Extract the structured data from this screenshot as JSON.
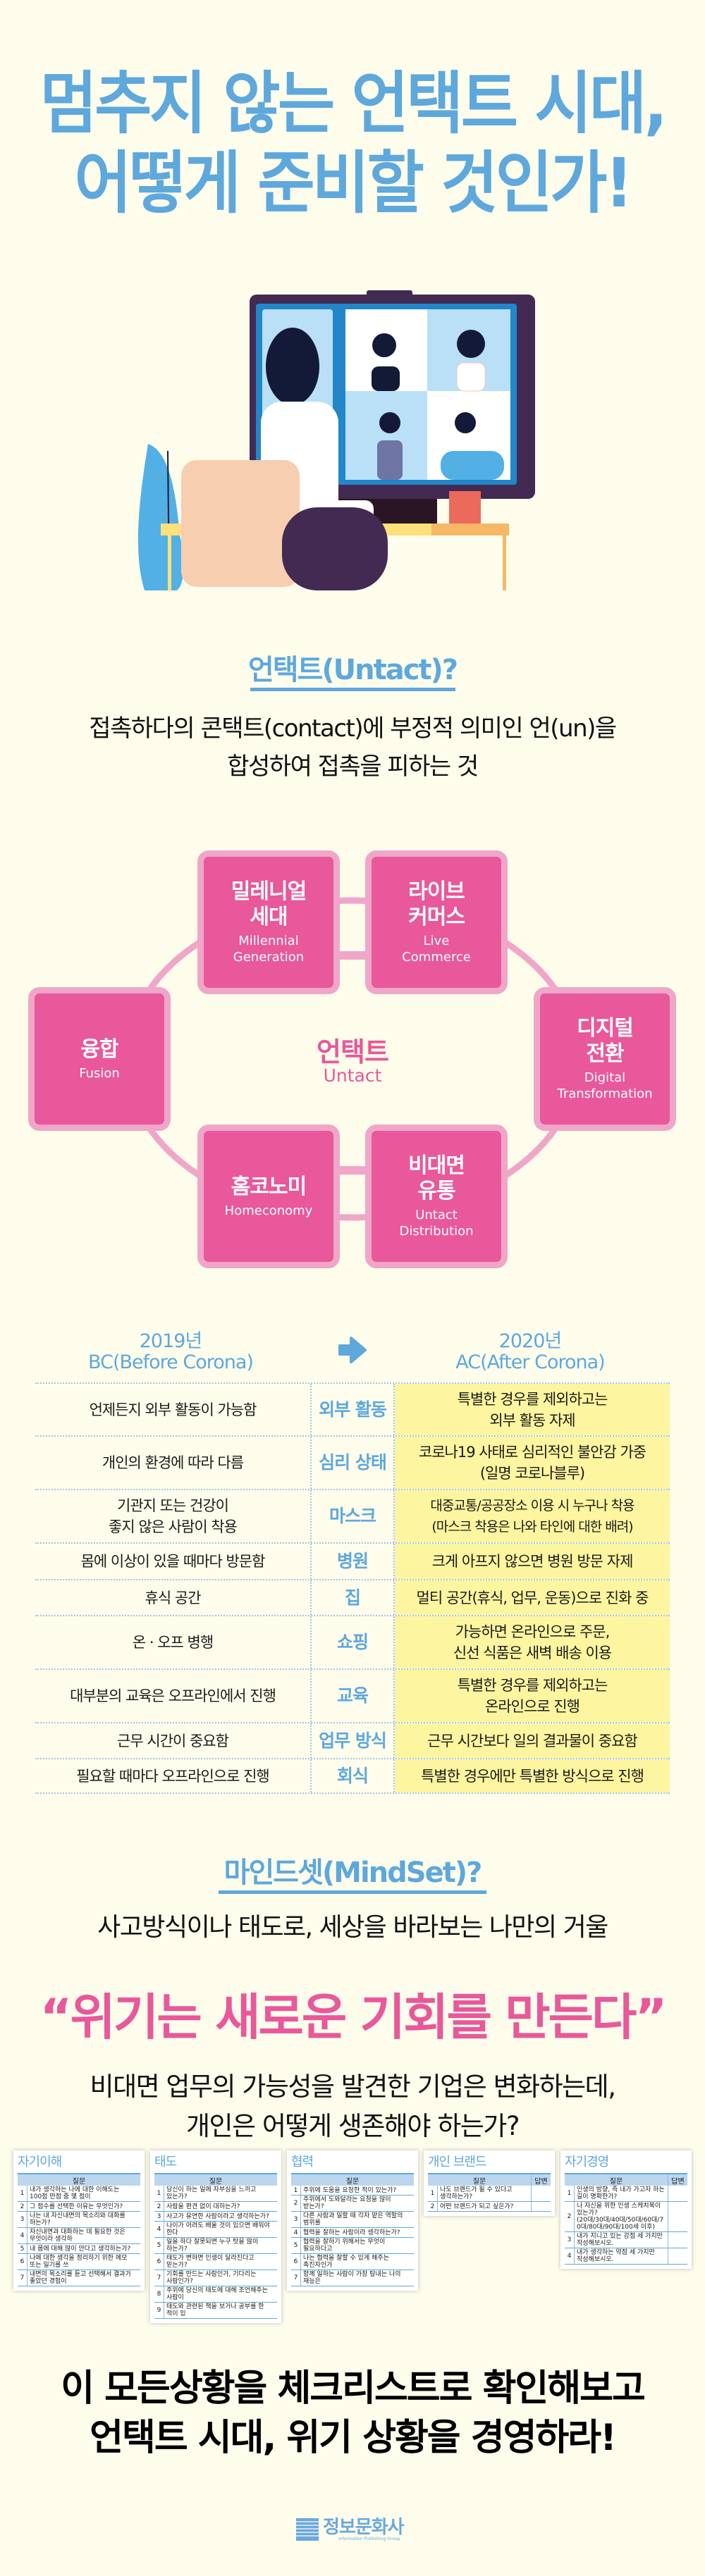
{
  "title": {
    "line1": "멈추지 않는 언택트 시대,",
    "line2": "어떻게 준비할 것인가!"
  },
  "colors": {
    "blue": "#5ea8dc",
    "pink": "#e8589a",
    "pink_light": "#f0a6c8",
    "yellow": "#fdf59f",
    "background": "#fefdec"
  },
  "untact": {
    "heading": "언택트(Untact)?",
    "desc_line1": "접촉하다의 콘택트(contact)에 부정적 의미인 언(un)을",
    "desc_line2": "합성하여 접촉을 피하는 것"
  },
  "diagram": {
    "center_ko": "언택트",
    "center_en": "Untact",
    "nodes": [
      {
        "ko": "밀레니얼\n세대",
        "en": "Millennial\nGeneration"
      },
      {
        "ko": "라이브\n커머스",
        "en": "Live\nCommerce"
      },
      {
        "ko": "디지털\n전환",
        "en": "Digital\nTransformation"
      },
      {
        "ko": "비대면\n유통",
        "en": "Untact\nDistribution"
      },
      {
        "ko": "홈코노미",
        "en": "Homeconomy"
      },
      {
        "ko": "융합",
        "en": "Fusion"
      }
    ]
  },
  "comparison": {
    "before_year": "2019년",
    "before_label": "BC(Before Corona)",
    "after_year": "2020년",
    "after_label": "AC(After Corona)",
    "rows": [
      {
        "category": "외부 활동",
        "before": "언제든지 외부 활동이 가능함",
        "after": "특별한 경우를 제외하고는\n외부 활동 자제"
      },
      {
        "category": "심리 상태",
        "before": "개인의 환경에 따라 다름",
        "after": "코로나19 사태로 심리적인 불안감 가중\n(일명 코로나블루)"
      },
      {
        "category": "마스크",
        "before": "기관지 또는 건강이\n좋지 않은 사람이 착용",
        "after": "대중교통/공공장소 이용 시 누구나 착용\n(마스크 착용은 나와 타인에 대한 배려)"
      },
      {
        "category": "병원",
        "before": "몸에 이상이 있을 때마다 방문함",
        "after": "크게 아프지 않으면 병원 방문 자제"
      },
      {
        "category": "집",
        "before": "휴식 공간",
        "after": "멀티 공간(휴식, 업무, 운동)으로 진화 중"
      },
      {
        "category": "쇼핑",
        "before": "온 · 오프 병행",
        "after": "가능하면 온라인으로 주문,\n신선 식품은 새벽 배송 이용"
      },
      {
        "category": "교육",
        "before": "대부분의 교육은 오프라인에서 진행",
        "after": "특별한 경우를 제외하고는\n온라인으로 진행"
      },
      {
        "category": "업무 방식",
        "before": "근무 시간이 중요함",
        "after": "근무 시간보다 일의 결과물이 중요함"
      },
      {
        "category": "회식",
        "before": "필요할 때마다 오프라인으로 진행",
        "after": "특별한 경우에만 특별한 방식으로 진행"
      }
    ]
  },
  "mindset": {
    "heading": "마인드셋(MindSet)?",
    "desc": "사고방식이나 태도로, 세상을 바라보는 나만의 거울",
    "quote": "“위기는 새로운 기회를 만든다”",
    "question_line1": "비대면 업무의 가능성을 발견한 기업은 변화하는데,",
    "question_line2": "개인은 어떻게 생존해야 하는가?"
  },
  "checklists": {
    "header_question": "질문",
    "header_answer": "답변",
    "pages": [
      {
        "title": "자기이해",
        "rows": [
          "내가 생각하는 나에 대한 이해도는 100점 만점 중 몇 점이",
          "그 점수를 선택한 이유는 무엇인가?",
          "나는 내 자신내면의 목소리와 대화를 하는가?",
          "자신내면과 대화하는 데 필요한 것은 무엇이라 생각하",
          "내 몸에 대해 많이 안다고 생각하는가?",
          "나에 대한 생각을 정리하기 위한 메모 또는 일기를 쓰",
          "내면의 목소리를 듣고 선택해서 결과가 좋았던 경험이"
        ]
      },
      {
        "title": "태도",
        "rows": [
          "당신이 하는 일에 자부심을 느끼고 있는가?",
          "사람을 편견 없이 대하는가?",
          "사고가 유연한 사람이라고 생각하는가?",
          "나이가 어려도 배울 것이 있으면 배워야 한다",
          "일을 하다 잘못되면 누구 탓을 많이 하는가?",
          "태도가 변하면 인생이 달라진다고 믿는가?",
          "기회를 만드는 사람인가, 기다리는 사람인가?",
          "주위에 당신의 태도에 대해 조언해주는 사람이",
          "태도와 관련된 책을 보거나 공부를 한 적이 있"
        ]
      },
      {
        "title": "협력",
        "rows": [
          "주위에 도움을 요청한 적이 있는가?",
          "주위에서 도와달라는 요청을 많이 받는가?",
          "다른 사람과 일할 때 각자 맡은 역할의 범위를",
          "협력을 잘하는 사람이라 생각하는가?",
          "협력을 잘하기 위해서는 무엇이 필요하다고",
          "나는 협력을 잘할 수 있게 해주는 촉진자인가",
          "함께 일하는 사람이 가장 탐내는 나의 재능은"
        ]
      },
      {
        "title": "개인 브랜드",
        "rows": [
          "나도 브랜드가 될 수 있다고 생각하는가?",
          "어떤 브랜드가 되고 싶은가?"
        ]
      },
      {
        "title": "자기경영",
        "rows": [
          "인생의 방향, 즉 내가 가고자 하는 길이 명확한가?",
          "나 자신을 위한 인생 스케치북이 있는가? (20대/30대/40대/50대/60대/70대/80대/90대/100세 이후)",
          "내가 지니고 있는 강점 세 가지만 작성해보시오.",
          "내가 생각하는 약점 세 가지만 작성해보시오."
        ]
      }
    ]
  },
  "closing": {
    "line1": "이 모든상황을 체크리스트로 확인해보고",
    "line2": "언택트 시대, 위기 상황을 경영하라!"
  },
  "logo": {
    "name": "정보문화사",
    "tagline": "Information Publishing Group"
  }
}
